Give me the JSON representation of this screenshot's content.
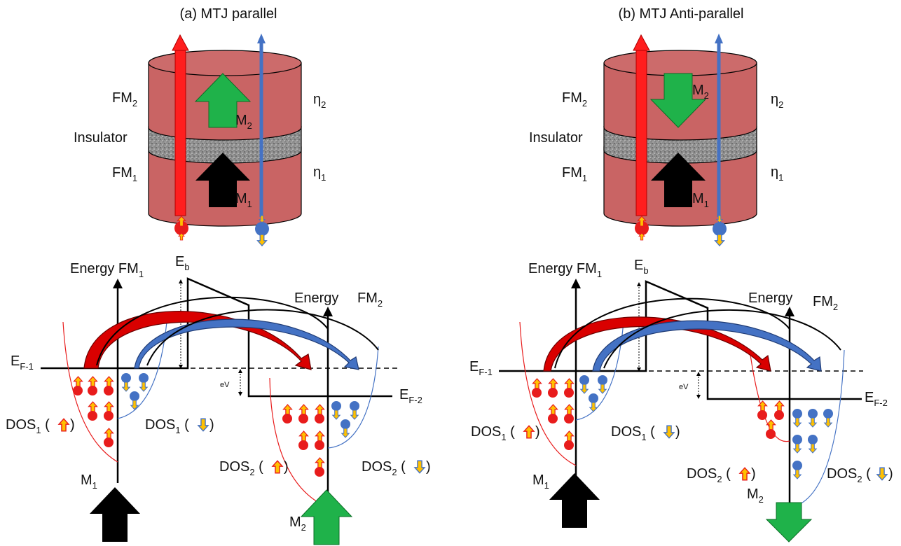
{
  "panels": [
    {
      "title": "(a) MTJ parallel",
      "fm2": "FM",
      "fm2_sub": "2",
      "insulator": "Insulator",
      "fm1": "FM",
      "fm1_sub": "1",
      "eta2": "η",
      "eta2_sub": "2",
      "eta1": "η",
      "eta1_sub": "1",
      "m2": "M",
      "m2_sub": "2",
      "m1": "M",
      "m1_sub": "1",
      "energy_left": "Energy FM",
      "energy_left_sub": "1",
      "eb": "E",
      "eb_sub": "b",
      "energy_right": "Energy",
      "fm_right": "FM",
      "fm_right_sub": "2",
      "ef1": "E",
      "ef1_sub": "F-1",
      "ef2": "E",
      "ef2_sub": "F-2",
      "ev": "eV",
      "dos1_up": "DOS",
      "dos1_up_sub": "1",
      "dos1_down": "DOS",
      "dos1_down_sub": "1",
      "dos2_up": "DOS",
      "dos2_up_sub": "2",
      "dos2_down": "DOS",
      "dos2_down_sub": "2",
      "bottom_m1": "M",
      "bottom_m1_sub": "1",
      "bottom_m2": "M",
      "bottom_m2_sub": "2",
      "m2_direction": "up"
    },
    {
      "title": "(b) MTJ Anti-parallel",
      "fm2": "FM",
      "fm2_sub": "2",
      "insulator": "Insulator",
      "fm1": "FM",
      "fm1_sub": "1",
      "eta2": "η",
      "eta2_sub": "2",
      "eta1": "η",
      "eta1_sub": "1",
      "m2": "M",
      "m2_sub": "2",
      "m1": "M",
      "m1_sub": "1",
      "energy_left": "Energy FM",
      "energy_left_sub": "1",
      "eb": "E",
      "eb_sub": "b",
      "energy_right": "Energy",
      "fm_right": "FM",
      "fm_right_sub": "2",
      "ef1": "E",
      "ef1_sub": "F-1",
      "ef2": "E",
      "ef2_sub": "F-2",
      "ev": "eV",
      "dos1_up": "DOS",
      "dos1_up_sub": "1",
      "dos1_down": "DOS",
      "dos1_down_sub": "1",
      "dos2_up": "DOS",
      "dos2_up_sub": "2",
      "dos2_down": "DOS",
      "dos2_down_sub": "2",
      "bottom_m1": "M",
      "bottom_m1_sub": "1",
      "bottom_m2": "M",
      "bottom_m2_sub": "2",
      "m2_direction": "down"
    }
  ],
  "colors": {
    "cylinder": "#c96464",
    "cylinder_dark": "#a84848",
    "insulator": "#8c8c8c",
    "spin_up": "#e81c1c",
    "spin_down": "#4472c4",
    "arrow_fill": "#ffc000",
    "m1_arrow": "#000000",
    "m2_arrow": "#1fb24a"
  }
}
